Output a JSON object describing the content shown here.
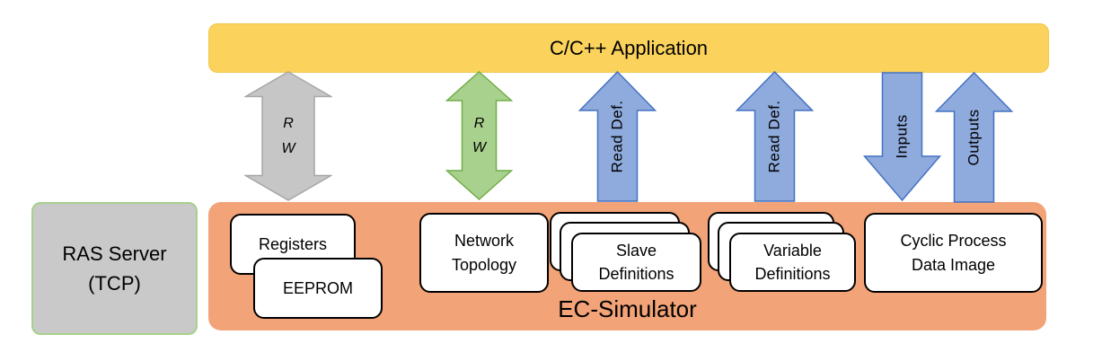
{
  "app_layer": {
    "label": "C/C++ Application"
  },
  "ras_server": {
    "line1": "RAS Server",
    "line2": "(TCP)"
  },
  "ec_simulator": {
    "label": "EC-Simulator",
    "boxes": {
      "registers": {
        "label": "Registers"
      },
      "eeprom": {
        "label": "EEPROM"
      },
      "network_topology": {
        "line1": "Network",
        "line2": "Topology"
      },
      "slave_definitions": {
        "line1": "Slave",
        "line2": "Definitions"
      },
      "variable_definitions": {
        "line1": "Variable",
        "line2": "Definitions"
      },
      "cyclic_process_data_image": {
        "line1": "Cyclic Process",
        "line2": "Data Image"
      }
    }
  },
  "arrows": {
    "ras_rw": {
      "label_line1": "R",
      "label_line2": "W",
      "direction": "bidirectional",
      "fill": "#C6C6C6",
      "border": "#A6A6A6"
    },
    "topology_rw": {
      "label_line1": "R",
      "label_line2": "W",
      "direction": "bidirectional",
      "fill": "#A9D18E",
      "border": "#70AD47"
    },
    "slave_read_def": {
      "label": "Read Def.",
      "direction": "up",
      "fill": "#8FAADC",
      "border": "#4472C4"
    },
    "variable_read_def": {
      "label": "Read Def.",
      "direction": "up",
      "fill": "#8FAADC",
      "border": "#4472C4"
    },
    "inputs": {
      "label": "Inputs",
      "direction": "down",
      "fill": "#8FAADC",
      "border": "#4472C4"
    },
    "outputs": {
      "label": "Outputs",
      "direction": "up",
      "fill": "#8FAADC",
      "border": "#4472C4"
    }
  },
  "colors": {
    "app_layer_fill": "#FBD35C",
    "simulator_fill": "#F2A377",
    "ras_fill": "#C9C9C9",
    "ras_border": "#A8D08D",
    "box_fill": "#FFFFFF",
    "box_border": "#000000",
    "text": "#000000",
    "background": "#FFFFFF"
  }
}
